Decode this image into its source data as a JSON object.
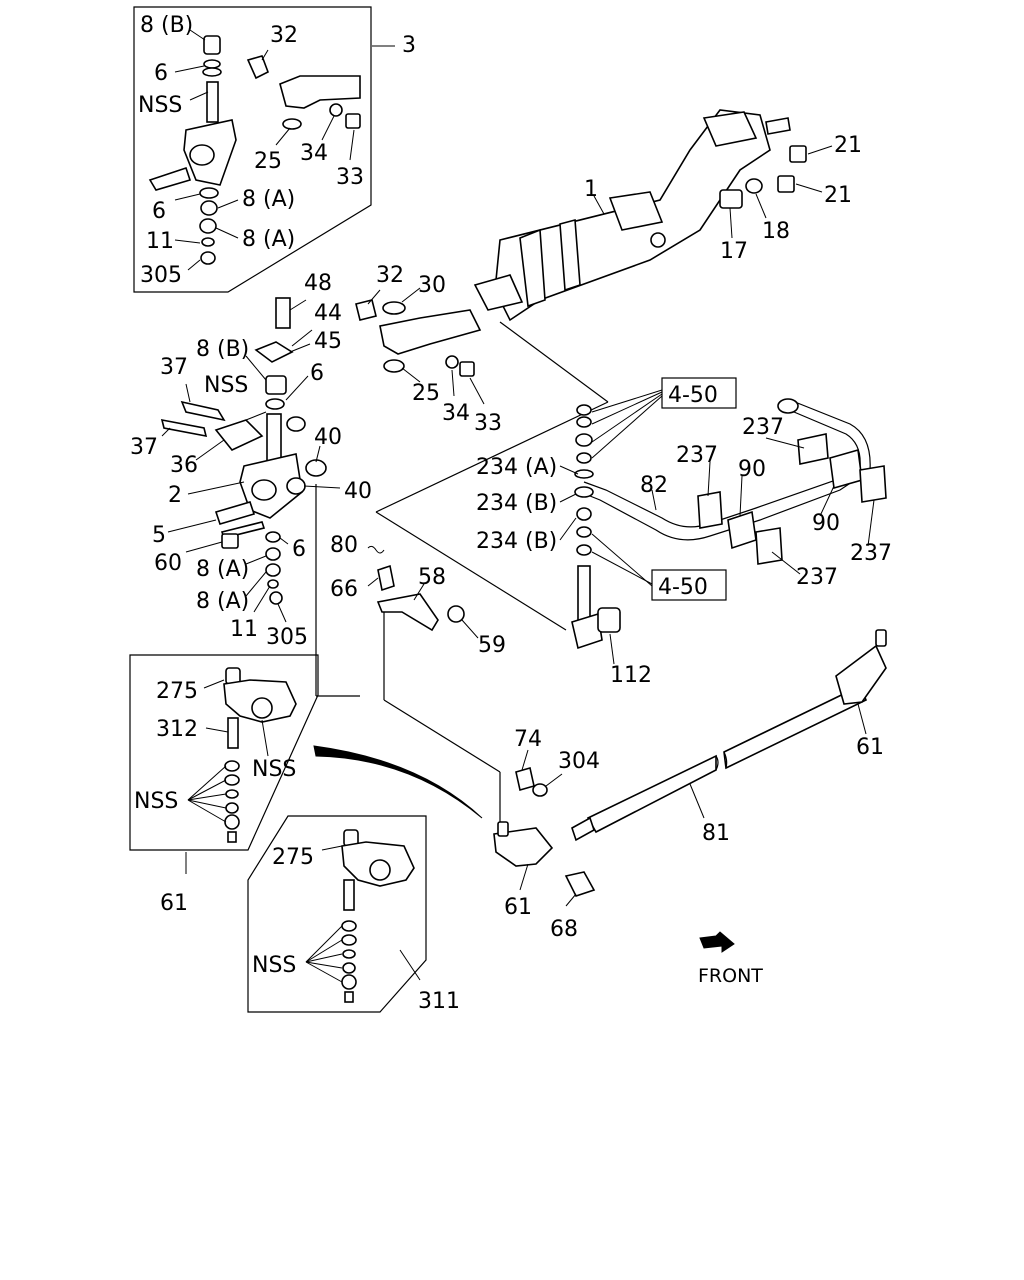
{
  "labels": {
    "c1_8b": "8 (B)",
    "c1_32": "32",
    "c1_3": "3",
    "c1_6a": "6",
    "c1_nss": "NSS",
    "c1_25": "25",
    "c1_34": "34",
    "c1_33": "33",
    "c1_6b": "6",
    "c1_8a1": "8 (A)",
    "c1_11": "11",
    "c1_8a2": "8 (A)",
    "c1_305": "305",
    "n1": "1",
    "n21a": "21",
    "n21b": "21",
    "n17": "17",
    "n18": "18",
    "n32": "32",
    "n30": "30",
    "n25": "25",
    "n34": "34",
    "n33": "33",
    "n48": "48",
    "n44": "44",
    "n45": "45",
    "n8b": "8 (B)",
    "n6a": "6",
    "nNss": "NSS",
    "n37a": "37",
    "n37b": "37",
    "n36": "36",
    "n40a": "40",
    "n40b": "40",
    "n2": "2",
    "n5": "5",
    "n60": "60",
    "n6b": "6",
    "n8a1": "8 (A)",
    "n8a2": "8 (A)",
    "n11": "11",
    "n305": "305",
    "ref_top": "4-50",
    "ref_bottom": "4-50",
    "n234a": "234 (A)",
    "n234b1": "234 (B)",
    "n234b2": "234 (B)",
    "n237a": "237",
    "n237b": "237",
    "n237c": "237",
    "n237d": "237",
    "n82": "82",
    "n90a": "90",
    "n90b": "90",
    "n112": "112",
    "n80": "80",
    "n66": "66",
    "n58": "58",
    "n59": "59",
    "c2_275": "275",
    "c2_312": "312",
    "c2_nssa": "NSS",
    "c2_nssb": "NSS",
    "c2_61": "61",
    "c3_275": "275",
    "c3_nss": "NSS",
    "c3_311": "311",
    "n74": "74",
    "n304": "304",
    "n61a": "61",
    "n81": "81",
    "n61b": "61",
    "n68": "68",
    "front": "FRONT"
  },
  "icons": {
    "direction": "front-arrow-icon"
  }
}
